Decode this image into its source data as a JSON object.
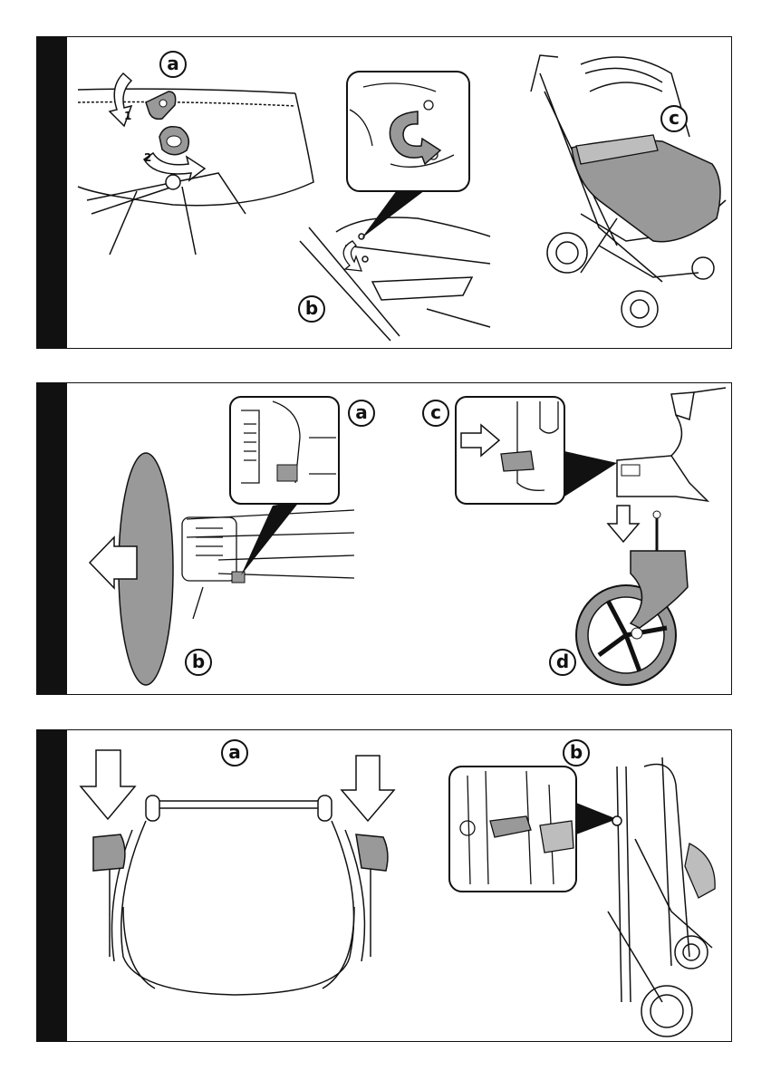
{
  "panels": [
    {
      "labels": [
        "a",
        "b",
        "c"
      ],
      "arrow_numbers": [
        "1",
        "2"
      ]
    },
    {
      "labels": [
        "a",
        "b",
        "c",
        "d"
      ]
    },
    {
      "labels": [
        "a",
        "b"
      ]
    }
  ],
  "colors": {
    "ink": "#111111",
    "fill_grey": "#999999",
    "fill_light": "#bdbdbd",
    "bar": "#111111"
  },
  "icons": [
    "curved-rotate-arrow-icon",
    "push-arrow-icon",
    "pull-arrow-icon",
    "down-arrow-icon"
  ]
}
